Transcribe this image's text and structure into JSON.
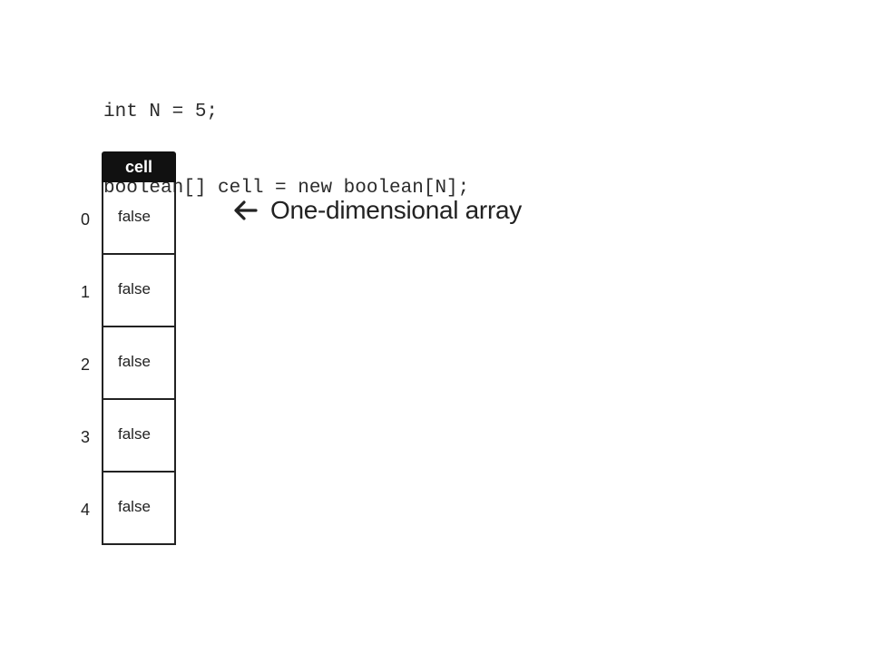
{
  "code": {
    "line1": "int N = 5;",
    "line2": "boolean[] cell = new boolean[N];"
  },
  "array": {
    "header": "cell",
    "indices": [
      "0",
      "1",
      "2",
      "3",
      "4"
    ],
    "values": [
      "false",
      "false",
      "false",
      "false",
      "false"
    ]
  },
  "caption": {
    "text": "One-dimensional array",
    "icon": "left-arrow-icon"
  }
}
